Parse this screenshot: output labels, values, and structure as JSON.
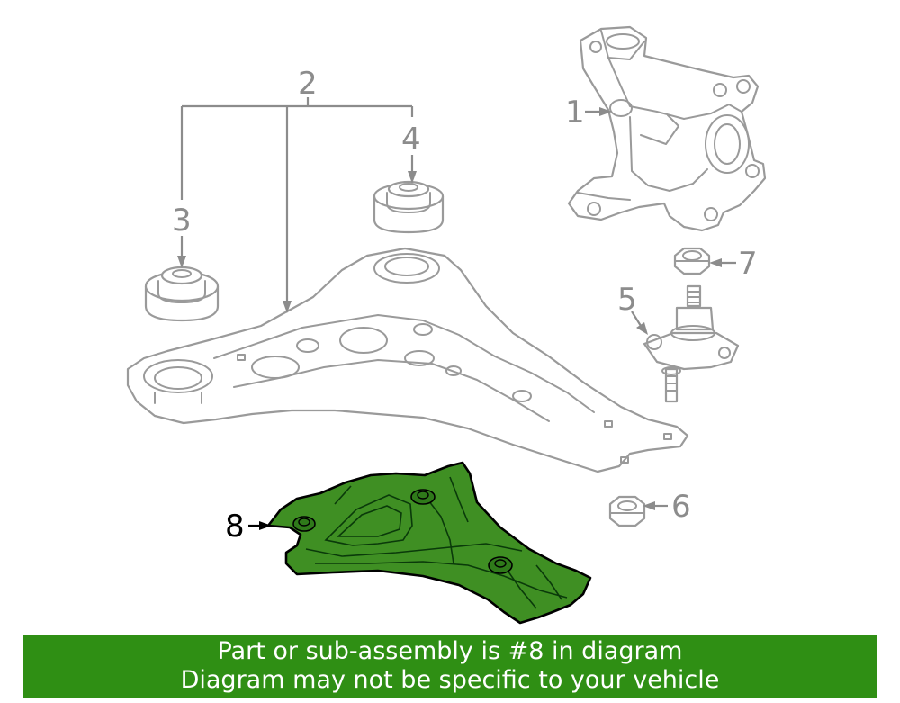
{
  "callouts": {
    "c1": "1",
    "c2": "2",
    "c3": "3",
    "c4": "4",
    "c5": "5",
    "c6": "6",
    "c7": "7",
    "c8": "8"
  },
  "banner": {
    "line1": "Part or sub-assembly is #8 in diagram",
    "line2": "Diagram may not be specific to your vehicle"
  },
  "colors": {
    "highlight_part": "#3f8f23",
    "banner_bg": "#2f8f14",
    "banner_text": "#ffffff",
    "line_art": "#9a9a9a"
  },
  "highlighted_part": "8"
}
